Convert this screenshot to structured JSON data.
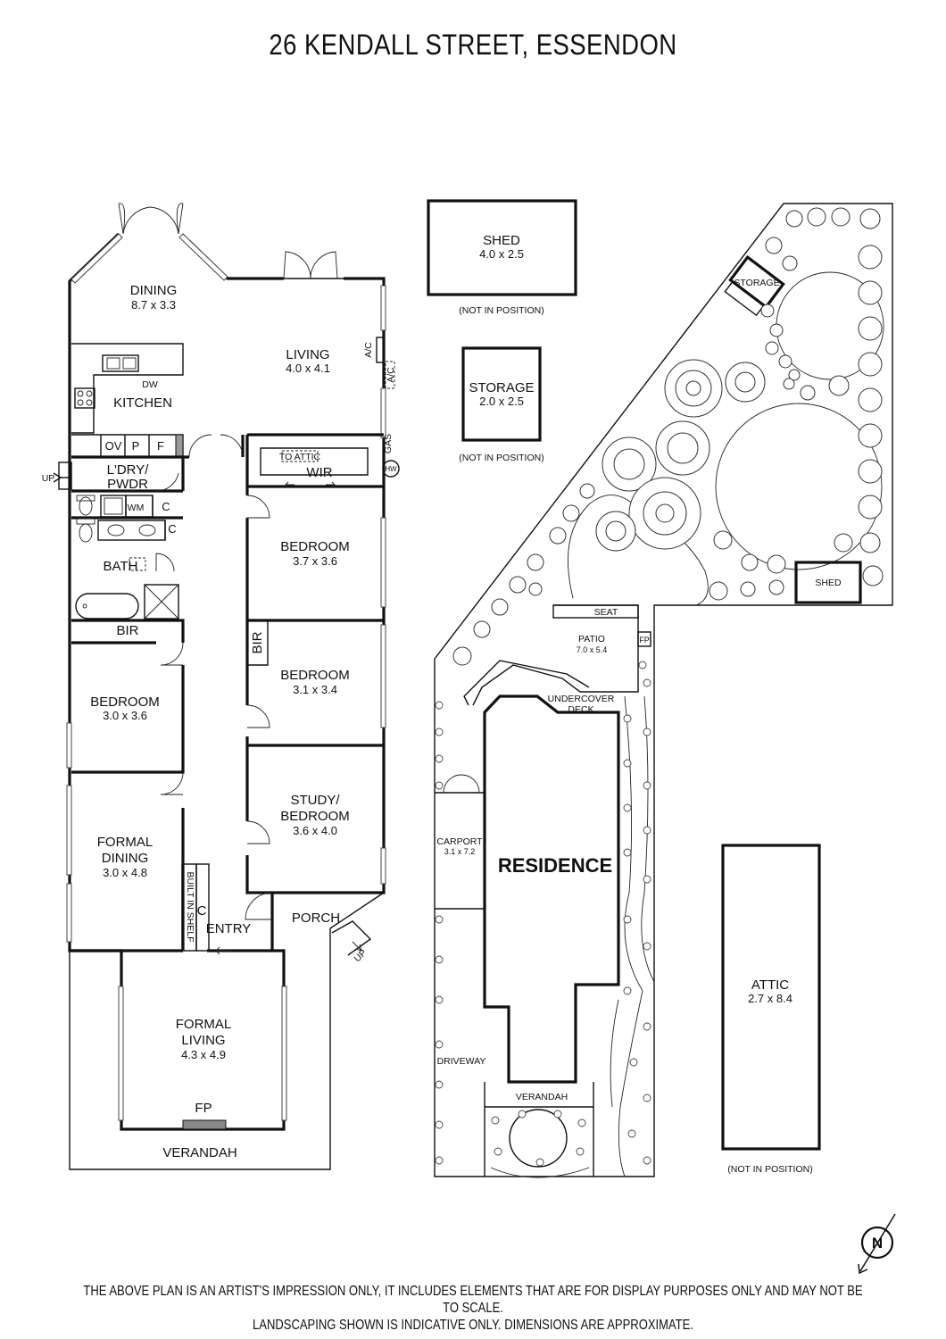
{
  "title": "26 KENDALL STREET, ESSENDON",
  "disclaimer": {
    "line1": "THE ABOVE PLAN IS AN ARTIST'S IMPRESSION ONLY, IT INCLUDES ELEMENTS THAT ARE FOR DISPLAY PURPOSES ONLY AND MAY NOT BE TO SCALE.",
    "line2": "LANDSCAPING SHOWN IS INDICATIVE ONLY. DIMENSIONS ARE APPROXIMATE."
  },
  "rooms": {
    "dining": {
      "name": "DINING",
      "dims": "8.7 x 3.3"
    },
    "living": {
      "name": "LIVING",
      "dims": "4.0 x 4.1"
    },
    "kitchen": {
      "name": "KITCHEN"
    },
    "laundry": {
      "name1": "L'DRY/",
      "name2": "PWDR"
    },
    "wir": {
      "name": "WIR",
      "attic_label": "TO ATTIC"
    },
    "bath": {
      "name": "BATH"
    },
    "bir_left": {
      "name": "BIR"
    },
    "bir_mid": {
      "name": "BIR"
    },
    "bedroom1": {
      "name": "BEDROOM",
      "dims": "3.7 x 3.6"
    },
    "bedroom2": {
      "name": "BEDROOM",
      "dims": "3.1 x 3.4"
    },
    "bedroom3": {
      "name": "BEDROOM",
      "dims": "3.0 x 3.6"
    },
    "study": {
      "name1": "STUDY/",
      "name2": "BEDROOM",
      "dims": "3.6 x 4.0"
    },
    "formal_dining": {
      "name1": "FORMAL",
      "name2": "DINING",
      "dims": "3.0 x 4.8"
    },
    "formal_living": {
      "name1": "FORMAL",
      "name2": "LIVING",
      "dims": "4.3 x 4.9"
    },
    "entry": {
      "name": "ENTRY"
    },
    "porch": {
      "name": "PORCH"
    },
    "verandah": {
      "name": "VERANDAH"
    },
    "built_in_shelf": {
      "name": "BUILT IN SHELF"
    }
  },
  "fixtures": {
    "dw": "DW",
    "ov": "OV",
    "p": "P",
    "f": "F",
    "wm": "WM",
    "c": "C",
    "ac": "A/C",
    "gas": "GAS",
    "hw": "HW",
    "fp": "FP",
    "up": "UP"
  },
  "outbuildings": {
    "shed": {
      "name": "SHED",
      "dims": "4.0 x 2.5",
      "note": "(NOT IN POSITION)"
    },
    "storage": {
      "name": "STORAGE",
      "dims": "2.0 x 2.5",
      "note": "(NOT IN POSITION)"
    },
    "attic": {
      "name": "ATTIC",
      "dims": "2.7 x 8.4",
      "note": "(NOT IN POSITION)"
    }
  },
  "site": {
    "residence": "RESIDENCE",
    "patio": {
      "name": "PATIO",
      "dims": "7.0 x 5.4"
    },
    "seat": "SEAT",
    "fp": "FP",
    "undercover1": "UNDERCOVER",
    "undercover2": "DECK",
    "carport": {
      "name": "CARPORT",
      "dims": "3.1 x 7.2"
    },
    "driveway": "DRIVEWAY",
    "verandah": "VERANDAH",
    "storage": "STORAGE",
    "shed": "SHED"
  },
  "compass": {
    "label": "N"
  }
}
